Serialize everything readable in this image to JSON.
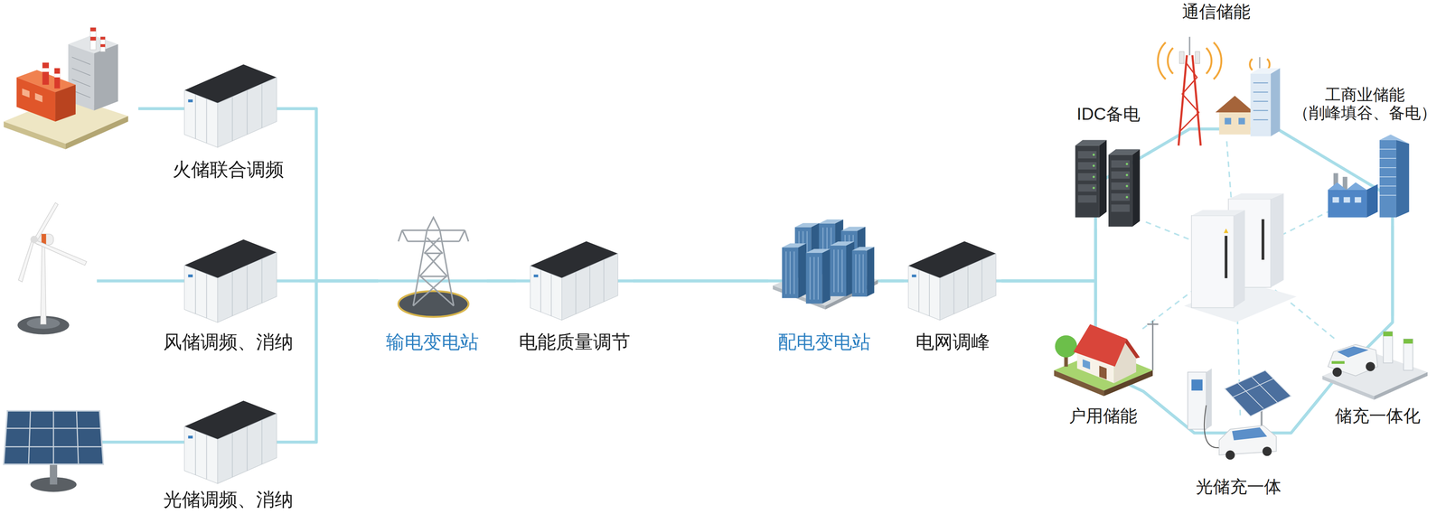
{
  "diagram": {
    "nodes": [
      {
        "text": [
          "火储联合调频"
        ]
      },
      {
        "text": [
          "风储调频、消纳"
        ]
      },
      {
        "text": [
          "光储调频、消纳"
        ]
      },
      {
        "text": [
          "输电变电站"
        ]
      },
      {
        "text": [
          "电能质量调节"
        ]
      },
      {
        "text": [
          "配电变电站"
        ]
      },
      {
        "text": [
          "电网调峰"
        ]
      },
      {
        "text": [
          "通信储能"
        ]
      },
      {
        "text": [
          "IDC备电"
        ]
      },
      {
        "text": [
          "工商业储能",
          "（削峰填谷、备电）"
        ]
      },
      {
        "text": [
          "户用储能"
        ]
      },
      {
        "text": [
          "储充一体化"
        ]
      },
      {
        "text": [
          "光储充一体"
        ]
      }
    ],
    "edges": [
      {
        "from": 0,
        "to": 3,
        "arrow": "none"
      },
      {
        "from": 1,
        "to": 3,
        "arrow": "none"
      },
      {
        "from": 2,
        "to": 3,
        "arrow": "none"
      },
      {
        "from": 3,
        "to": 4,
        "arrow": "none"
      },
      {
        "from": 4,
        "to": 5,
        "arrow": "none"
      },
      {
        "from": 5,
        "to": 6,
        "arrow": "none"
      },
      {
        "from": 6,
        "to": 8,
        "arrow": "none"
      },
      {
        "from": 6,
        "to": 10,
        "arrow": "none"
      },
      {
        "from": 8,
        "to": 7,
        "arrow": "none"
      },
      {
        "from": 7,
        "to": 9,
        "arrow": "none"
      },
      {
        "from": 9,
        "to": 11,
        "arrow": "none"
      },
      {
        "from": 11,
        "to": 12,
        "arrow": "none"
      },
      {
        "from": 12,
        "to": 10,
        "arrow": "none"
      }
    ]
  }
}
